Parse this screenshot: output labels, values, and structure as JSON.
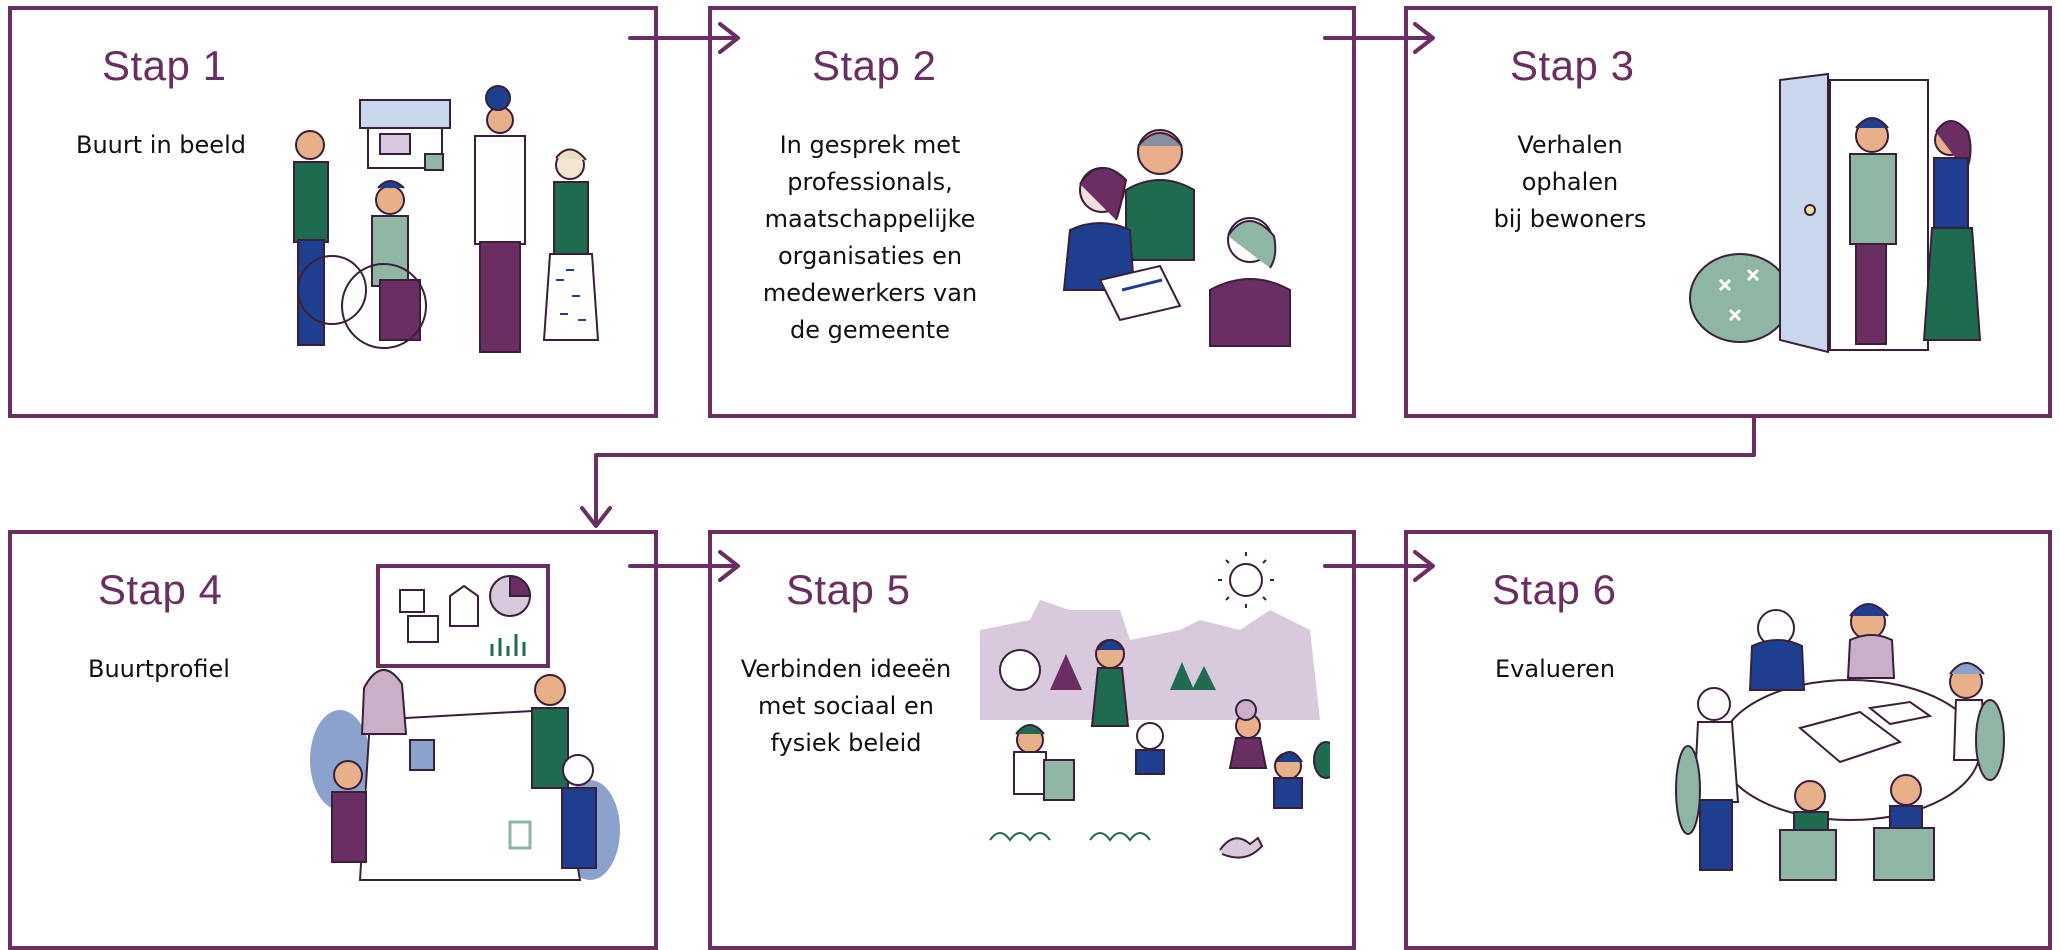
{
  "steps": [
    {
      "title": "Stap 1",
      "lines": [
        "Buurt in beeld"
      ]
    },
    {
      "title": "Stap 2",
      "lines": [
        "In gesprek met",
        "professionals,",
        "maatschappelijke",
        "organisaties en",
        "medewerkers van",
        "de gemeente"
      ]
    },
    {
      "title": "Stap 3",
      "lines": [
        "Verhalen",
        "ophalen",
        "bij bewoners"
      ]
    },
    {
      "title": "Stap 4",
      "lines": [
        "Buurtprofiel"
      ]
    },
    {
      "title": "Stap 5",
      "lines": [
        "Verbinden ideeën",
        "met sociaal en",
        "fysiek beleid"
      ]
    },
    {
      "title": "Stap 6",
      "lines": [
        "Evalueren"
      ]
    }
  ],
  "colors": {
    "accent": "#6b2e63",
    "green": "#1f6b4f",
    "blue": "#1e3f8f",
    "lilac": "#d8c9dc",
    "sage": "#8fb5a5"
  }
}
